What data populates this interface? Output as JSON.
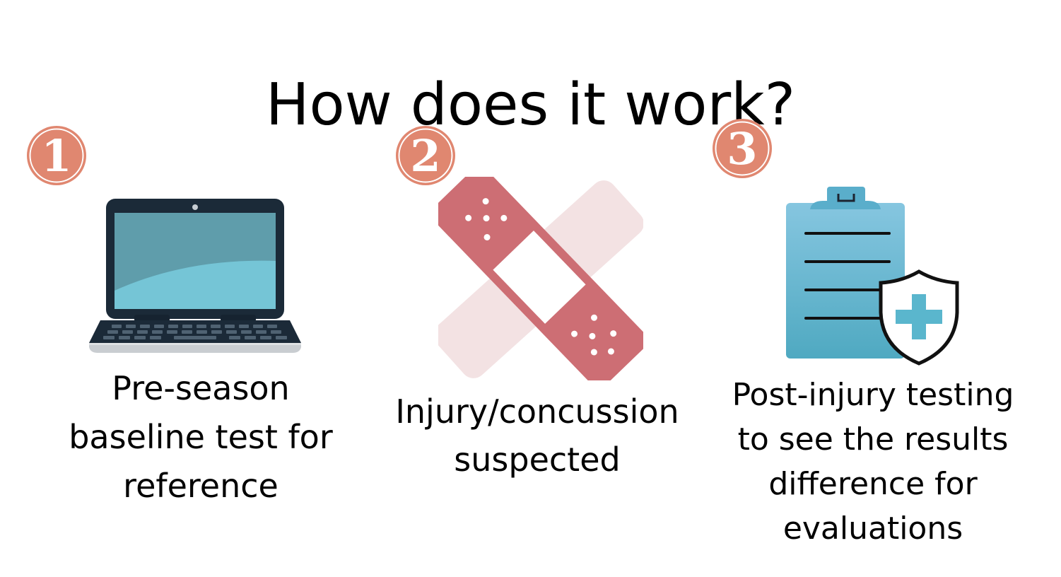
{
  "title": "How does it work?",
  "accent_color": "#e08770",
  "steps": [
    {
      "number": "1",
      "icon": "laptop-icon",
      "text": "Pre-season baseline test for reference"
    },
    {
      "number": "2",
      "icon": "crossed-bandages-icon",
      "text": "Injury/concussion suspected"
    },
    {
      "number": "3",
      "icon": "clipboard-shield-icon",
      "text": "Post-injury testing to see the results difference for evaluations"
    }
  ]
}
